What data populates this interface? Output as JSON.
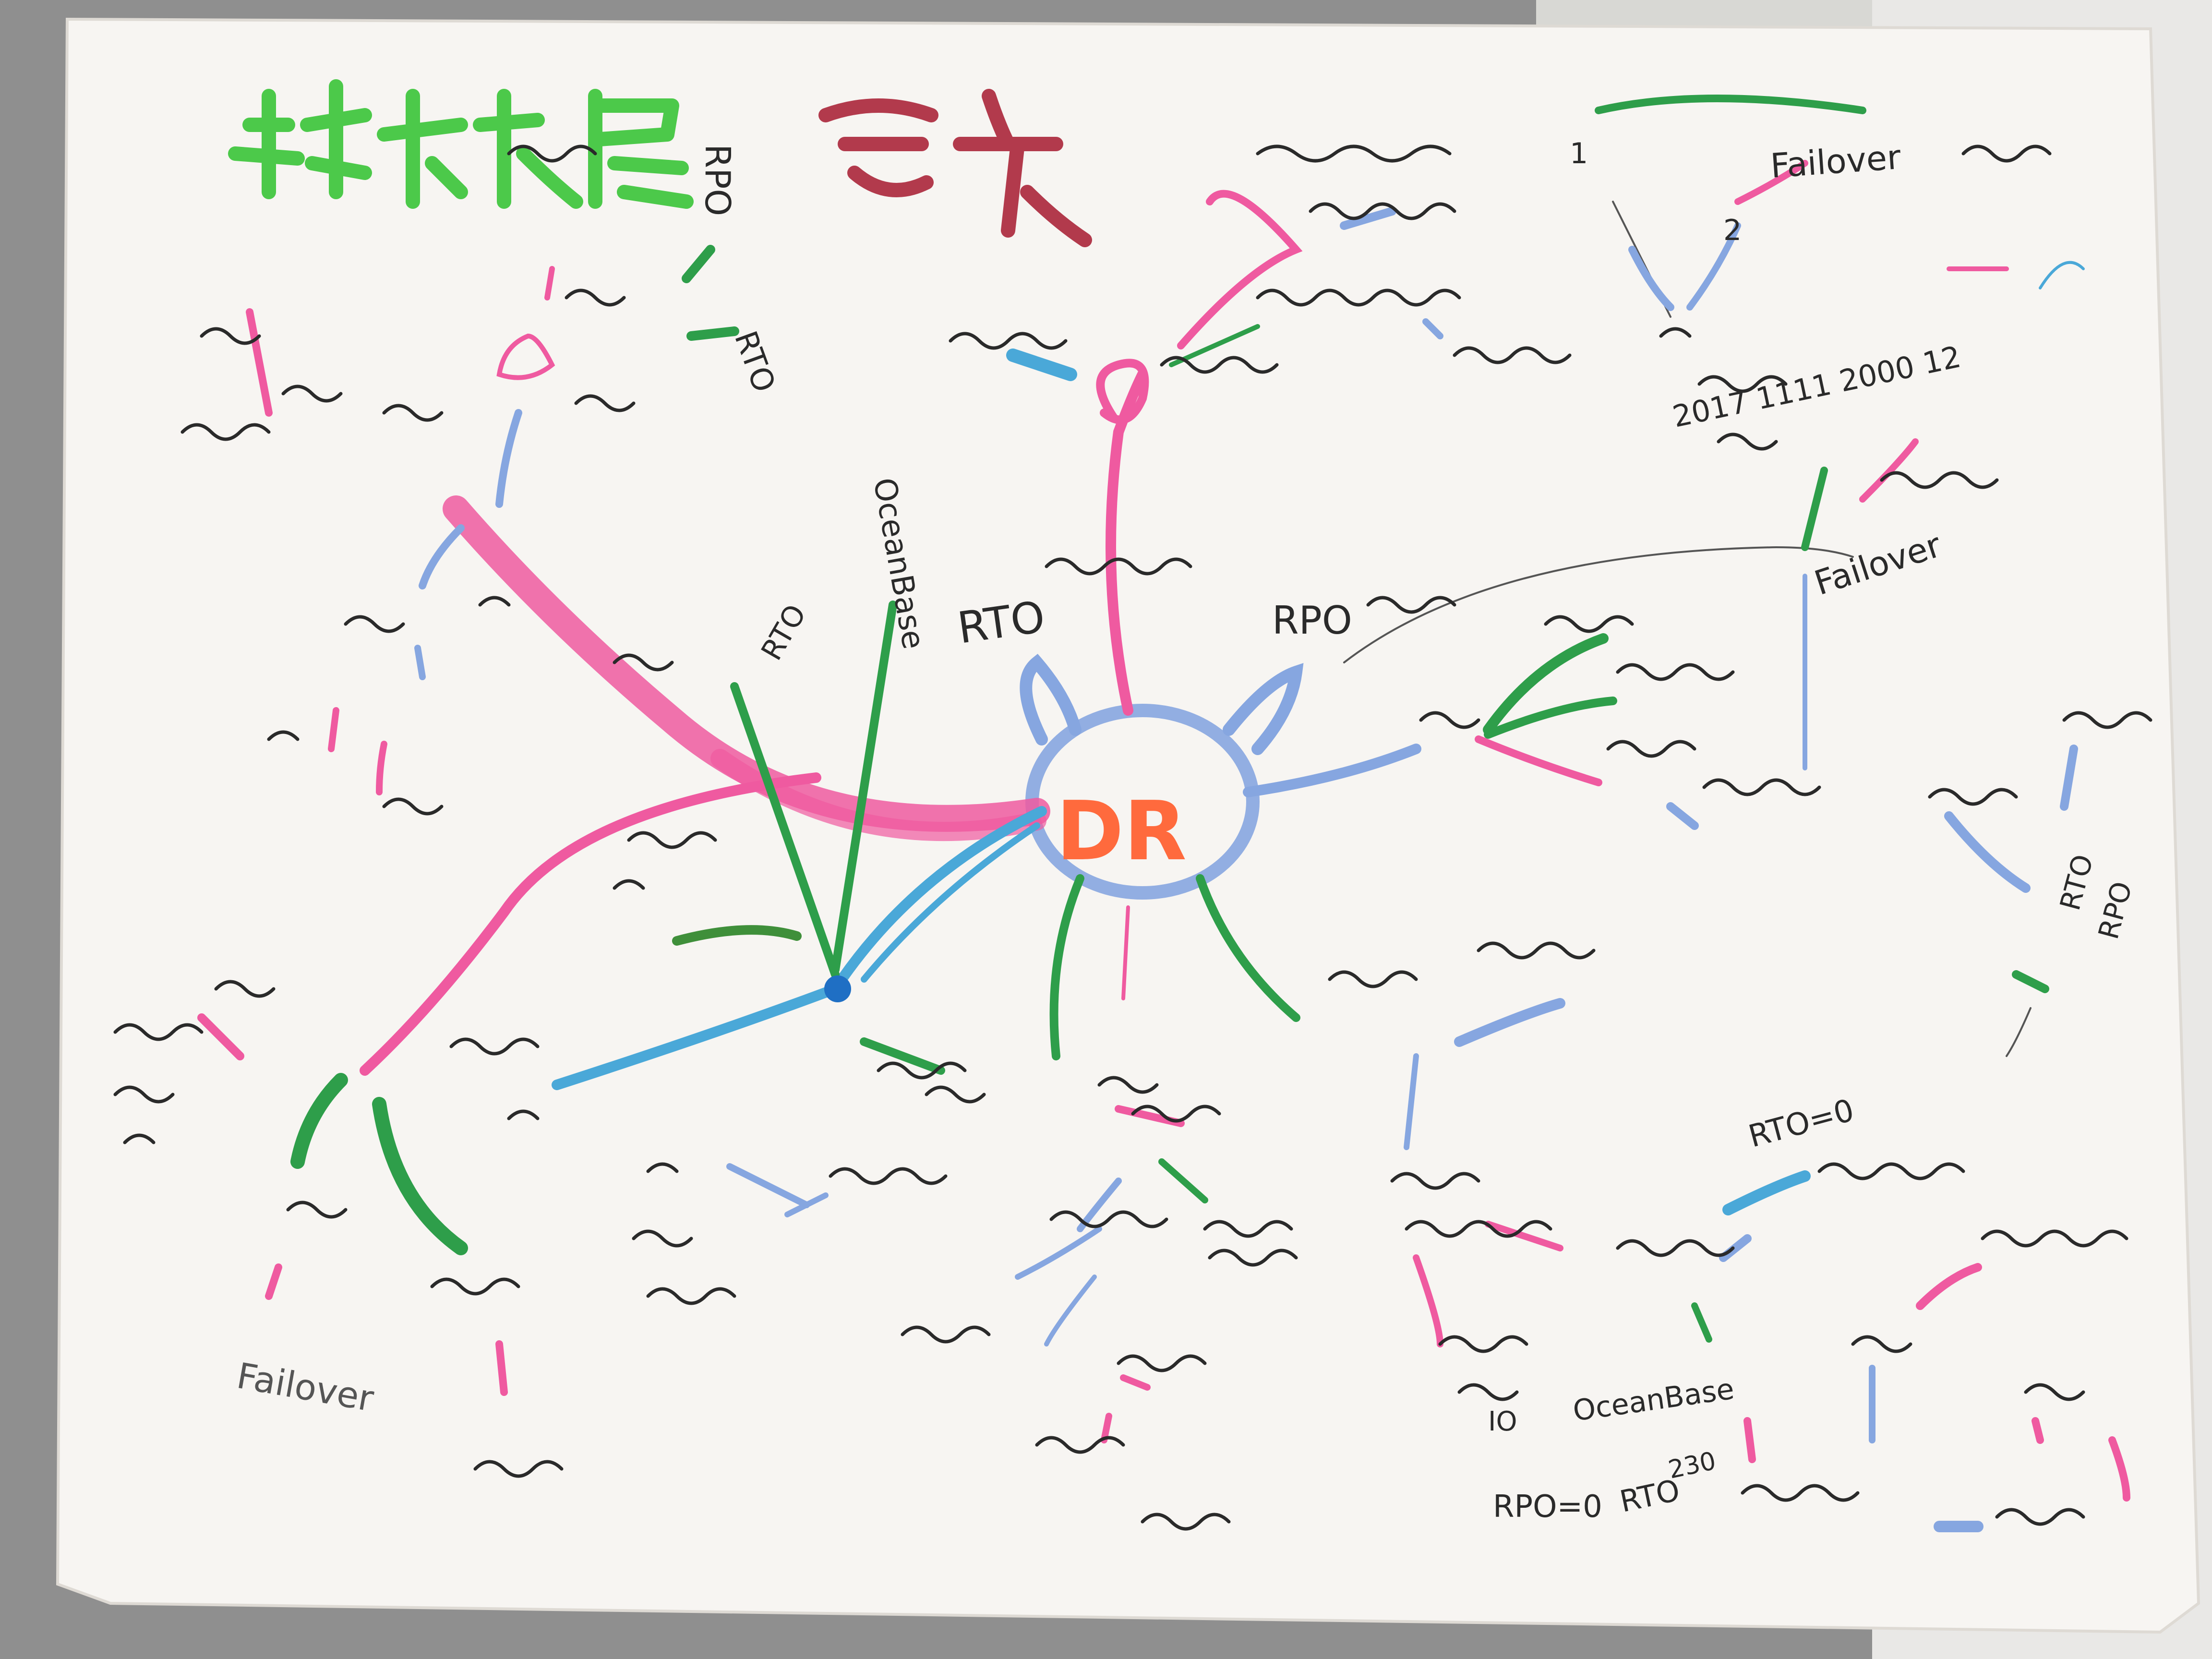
{
  "colors": {
    "paper": "#f7f5f2",
    "title_green": "#4cc94a",
    "title_maroon": "#b23a4c",
    "crayon_pink": "#ef5aa0",
    "crayon_blue": "#86a6e0",
    "crayon_green": "#2e9e4a",
    "crayon_skyblue": "#4aa8d8",
    "crayon_orange": "#ff6a3d",
    "ink": "#2a2a2a"
  },
  "title": {
    "part1": "",
    "part2": ""
  },
  "center": {
    "label": "DR",
    "side1": "",
    "side2": ""
  },
  "labels": {
    "rto_left": "RTO",
    "rpo_right": "RPO",
    "rpo_top": "RPO",
    "rto_top": "RTO",
    "oceanbase_mid": "OceanBase",
    "rto_diag": "RTO",
    "failover_top": "Failover",
    "date_range": "2017 1111 2000 12",
    "failover_right": "Failover",
    "rto_right": "RTO",
    "rpo_right_col": "RPO",
    "rto_zero": "RTO=0",
    "oceanbase_bottom": "OceanBase",
    "rpo_zero": "RPO=0",
    "rto_bottom": "RTO",
    "num_230": "230",
    "failover_left": "Failover",
    "io": "IO",
    "num_2_top": "2",
    "num_1_top": "1"
  }
}
